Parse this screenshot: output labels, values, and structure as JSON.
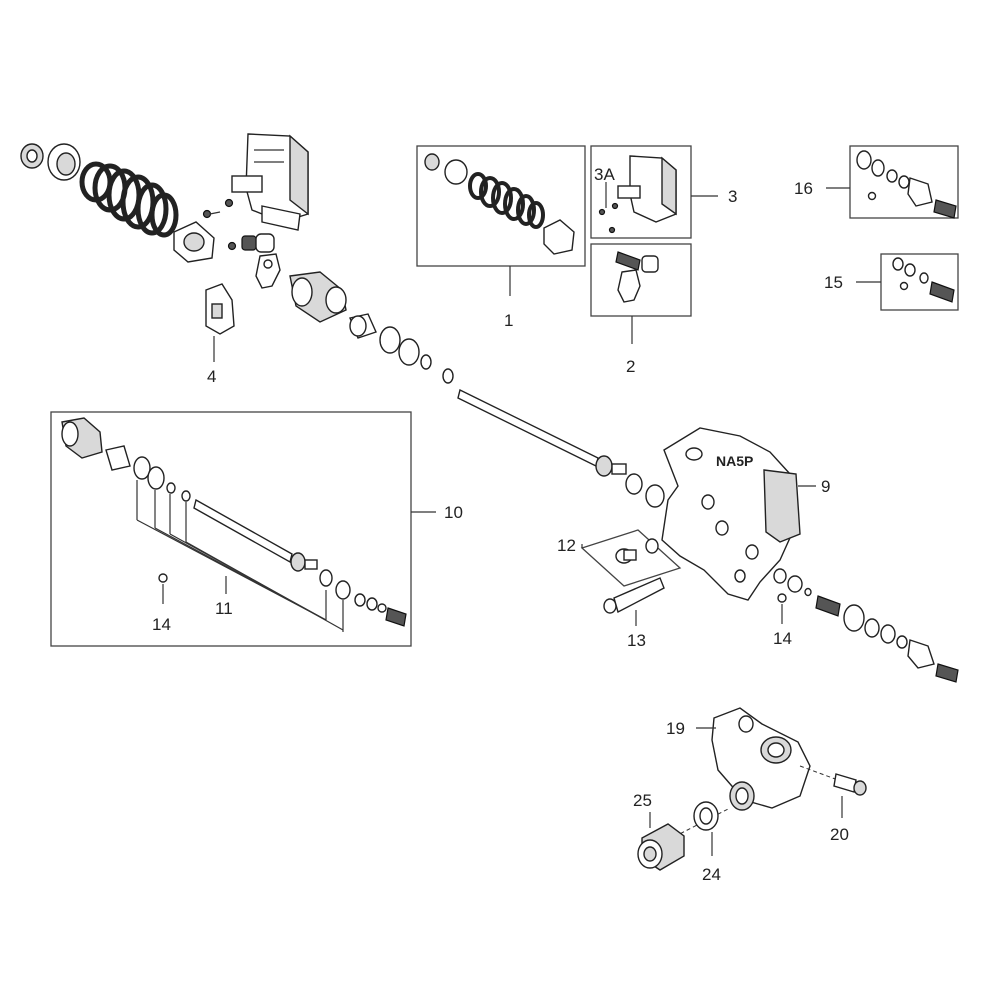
{
  "brand_text": "NA5P",
  "callouts": {
    "c1": "1",
    "c2": "2",
    "c3": "3",
    "c3a": "3A",
    "c4": "4",
    "c9": "9",
    "c10": "10",
    "c11": "11",
    "c12": "12",
    "c13": "13",
    "c14a": "14",
    "c14b": "14",
    "c15": "15",
    "c16": "16",
    "c19": "19",
    "c20": "20",
    "c24": "24",
    "c25": "25"
  }
}
